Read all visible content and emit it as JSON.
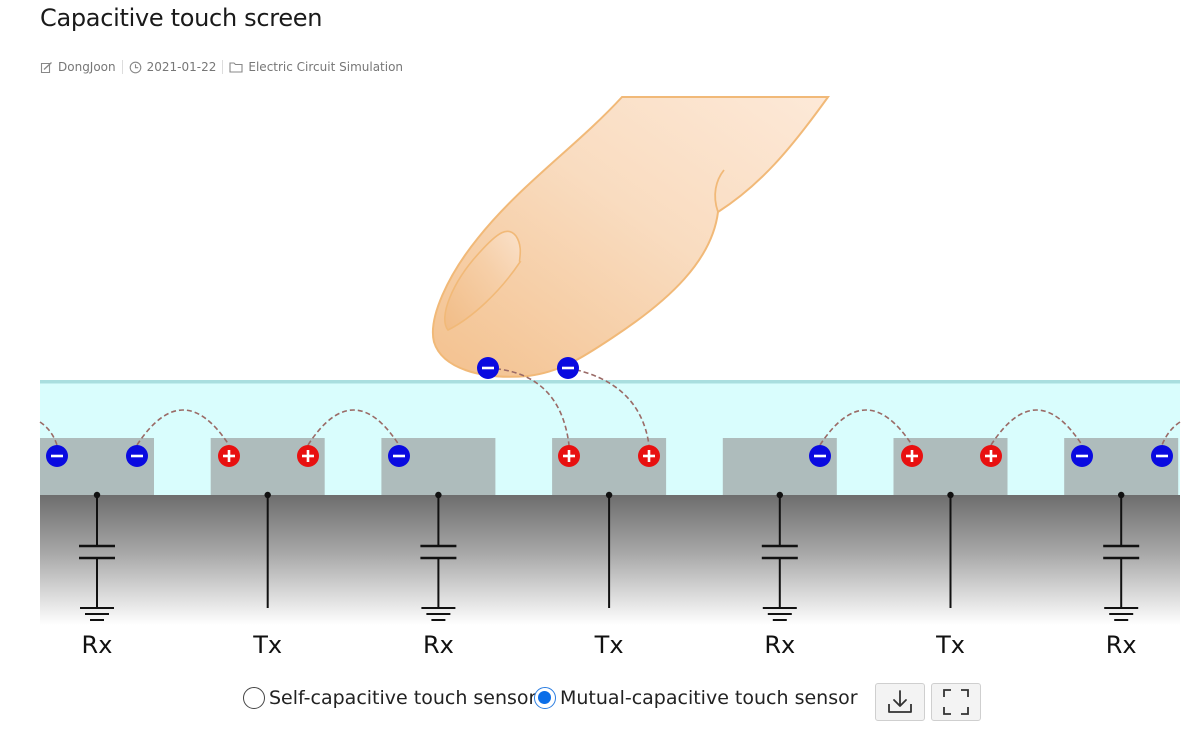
{
  "page": {
    "title": "Capacitive touch screen",
    "author": "DongJoon",
    "date": "2021-01-22",
    "category": "Electric Circuit Simulation"
  },
  "simulation": {
    "electrodes": [
      "Rx",
      "Tx",
      "Rx",
      "Tx",
      "Rx",
      "Tx",
      "Rx"
    ],
    "colors": {
      "glass": "#d9fdfd",
      "glass_edge": "#a9dedf",
      "electrode": "#aebcbc",
      "positive_charge": "#e81010",
      "negative_charge": "#0a0ae0",
      "field_line": "#9a6a66",
      "finger": "#f6cda3"
    }
  },
  "controls": {
    "mode_options": [
      {
        "label": "Self-capacitive touch sensor",
        "selected": false
      },
      {
        "label": "Mutual-capacitive touch sensor",
        "selected": true
      }
    ],
    "buttons": [
      {
        "icon": "download-icon"
      },
      {
        "icon": "fullscreen-icon"
      }
    ]
  }
}
